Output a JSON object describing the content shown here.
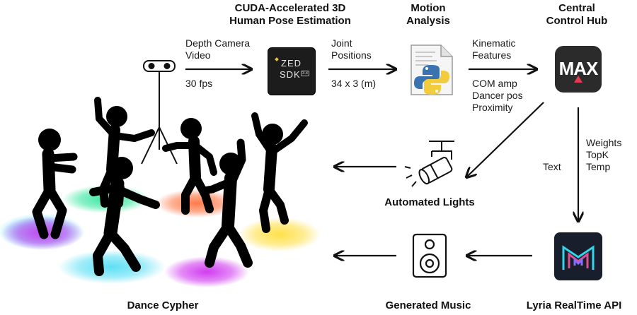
{
  "titles": {
    "pose": [
      "CUDA-Accelerated 3D",
      "Human Pose Estimation"
    ],
    "motion": [
      "Motion",
      "Analysis"
    ],
    "hub": [
      "Central",
      "Control Hub"
    ],
    "lights": "Automated Lights",
    "cypher": "Dance Cypher",
    "music": "Generated Music",
    "lyria": "Lyria RealTime API"
  },
  "edges": {
    "camera_to_pose": [
      "Depth Camera",
      "Video",
      "30 fps"
    ],
    "pose_to_motion": [
      "Joint",
      "Positions",
      "34 x 3 (m)"
    ],
    "motion_to_hub": [
      "Kinematic",
      "Features",
      "COM amp",
      "Dancer pos",
      "Proximity"
    ],
    "hub_to_lyria": [
      "Weights",
      "TopK",
      "Temp"
    ],
    "hub_to_lights": "Text"
  },
  "logos": {
    "zed": [
      "ZED",
      "SDK"
    ],
    "zed_badge": "3.x",
    "max": "MAX"
  },
  "icons": {
    "camera": "depth-camera-icon",
    "zed": "zed-sdk-icon",
    "python": "python-file-icon",
    "max": "max-msp-icon",
    "spotlight": "spotlight-icon",
    "speaker": "speaker-icon",
    "lyria": "lyria-icon"
  },
  "colors": {
    "spot_cyan": "#5ee0f5",
    "spot_magenta": "#d13cf0",
    "spot_green": "#38e8a0",
    "spot_orange": "#ff7a4a",
    "spot_yellow": "#ffe04a",
    "max_bg": "#2b2b2b",
    "max_accent": "#e53950",
    "lyria_bg": "#181e2c",
    "lyria_accent": "#ff5aa5"
  }
}
